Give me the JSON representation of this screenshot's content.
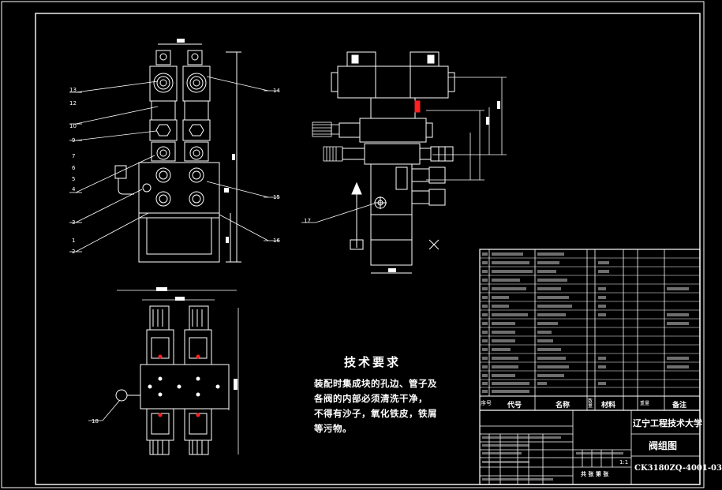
{
  "colors": {
    "background": "#000000",
    "line": "#ffffff",
    "accent_red": "#ff2020",
    "dim": "#b0b0b0"
  },
  "technical_requirements": {
    "title": "技术要求",
    "lines": [
      "装配时集成块的孔边、管子及",
      "各阀的内部必须清洗干净，",
      "不得有沙子，氧化铁皮，铁屑",
      "等污物。"
    ]
  },
  "title_block": {
    "university": "辽宁工程技术大学",
    "drawing_name": "阀组图",
    "drawing_number": "CK3180ZQ-4001-03",
    "header": {
      "seq": "序号",
      "code": "代号",
      "name": "名称",
      "qty": "数量",
      "material": "材料",
      "weight": "重量",
      "remark": "备注"
    },
    "scale": "1:1",
    "sheet_text": "共 张 第 张"
  },
  "part_labels_left": [
    "13",
    "12",
    "10",
    "9",
    "7",
    "6",
    "5",
    "4",
    "3",
    "1",
    "2"
  ],
  "part_labels_right": [
    "14",
    "15",
    "16"
  ],
  "part_label_side": "17",
  "part_label_bottom": "18"
}
